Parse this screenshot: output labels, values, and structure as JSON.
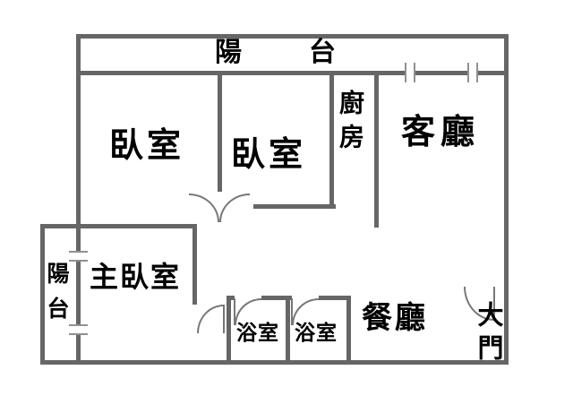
{
  "floorplan": {
    "type": "apartment-floor-plan",
    "rooms": {
      "balcony_top": {
        "label": "陽台"
      },
      "bedroom_1": {
        "label": "臥室"
      },
      "bedroom_2": {
        "label": "臥室"
      },
      "kitchen": {
        "label": "廚房"
      },
      "living_room": {
        "label": "客廳"
      },
      "master_bedroom": {
        "label": "主臥室"
      },
      "balcony_left": {
        "label": "陽台"
      },
      "bathroom_1": {
        "label": "浴室"
      },
      "bathroom_2": {
        "label": "浴室"
      },
      "dining_room": {
        "label": "餐廳"
      },
      "main_door": {
        "label": "大門"
      }
    },
    "symbols": {
      "door_swing": "quarter-circle-arc",
      "window": "double-line-tick"
    },
    "colors": {
      "wall": "#666666",
      "door": "#777777",
      "window_mark": "#909090",
      "text": "#000000",
      "background": "#ffffff"
    }
  }
}
